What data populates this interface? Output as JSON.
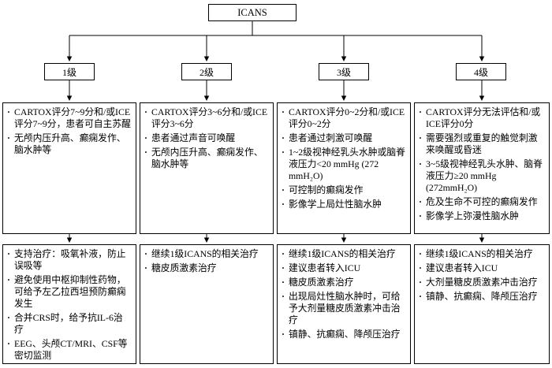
{
  "title": "ICANS",
  "columns": [
    {
      "grade": "1级",
      "criteria": [
        "CARTOX评分7~9分和/或ICE评分7~9分，患者可自主苏醒",
        "无颅内压升高、癫痫发作、脑水肿等"
      ],
      "treatment": [
        "支持治疗：吸氧补液，防止误吸等",
        "避免使用中枢抑制性药物，可给予左乙拉西坦预防癫痫发生",
        "合并CRS时，给予抗IL-6治疗",
        "EEG、头颅CT/MRI、CSF等密切监测"
      ]
    },
    {
      "grade": "2级",
      "criteria": [
        "CARTOX评分3~6分和/或ICE评分3~6分",
        "患者通过声音可唤醒",
        "无颅内压升高、癫痫发作、脑水肿等"
      ],
      "treatment": [
        "继续1级ICANS的相关治疗",
        "糖皮质激素治疗"
      ]
    },
    {
      "grade": "3级",
      "criteria": [
        "CARTOX评分0~2分和/或ICE评分0~2分",
        "患者通过刺激可唤醒",
        "1~2级视神经乳头水肿或脑脊液压力<20 mmHg (272 mmH₂O)",
        "可控制的癫痫发作",
        "影像学上局灶性脑水肿"
      ],
      "treatment": [
        "继续1级ICANS的相关治疗",
        "建议患者转入ICU",
        "糖皮质激素治疗",
        "出现局灶性脑水肿时，可给予大剂量糖皮质激素冲击治疗",
        "镇静、抗癫痫、降颅压治疗"
      ]
    },
    {
      "grade": "4级",
      "criteria": [
        "CARTOX评分无法评估和/或ICE评分0分",
        "需要强烈或重复的触觉刺激来唤醒或昏迷",
        "3~5级视神经乳头水肿、脑脊液压力≥20 mmHg (272mmH₂O)",
        "危及生命不可控的癫痫发作",
        "影像学上弥漫性脑水肿"
      ],
      "treatment": [
        "继续1级ICANS的相关治疗",
        "建议患者转入ICU",
        "大剂量糖皮质激素冲击治疗",
        "镇静、抗癫痫、降颅压治疗"
      ]
    }
  ]
}
